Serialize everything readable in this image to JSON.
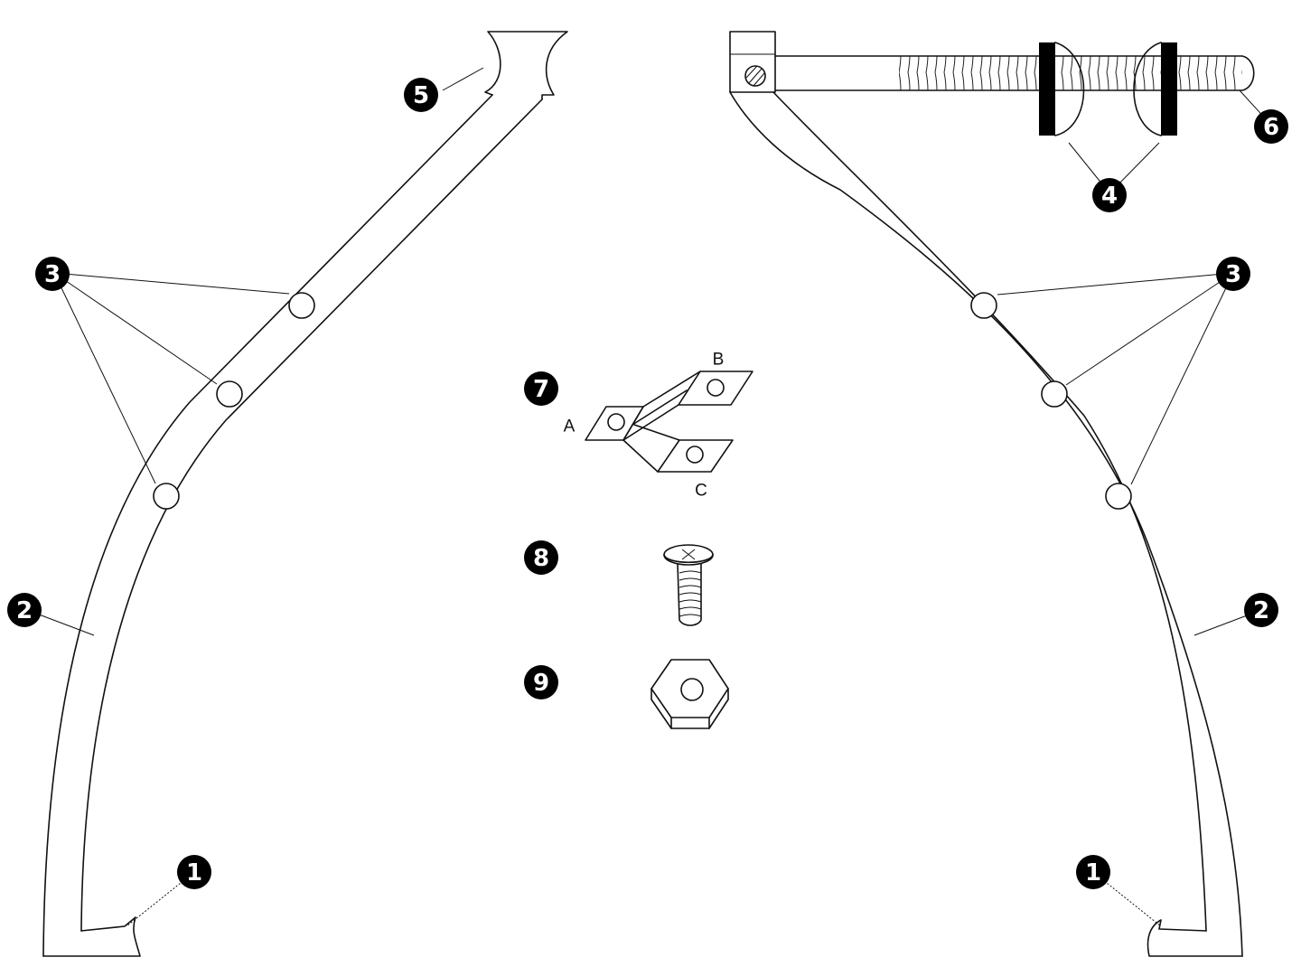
{
  "callouts": {
    "c1": "1",
    "c2": "2",
    "c3": "3",
    "c4": "4",
    "c5": "5",
    "c6": "6",
    "c7": "7",
    "c8": "8",
    "c9": "9"
  },
  "bracket_labels": {
    "a": "A",
    "b": "B",
    "c": "C"
  }
}
